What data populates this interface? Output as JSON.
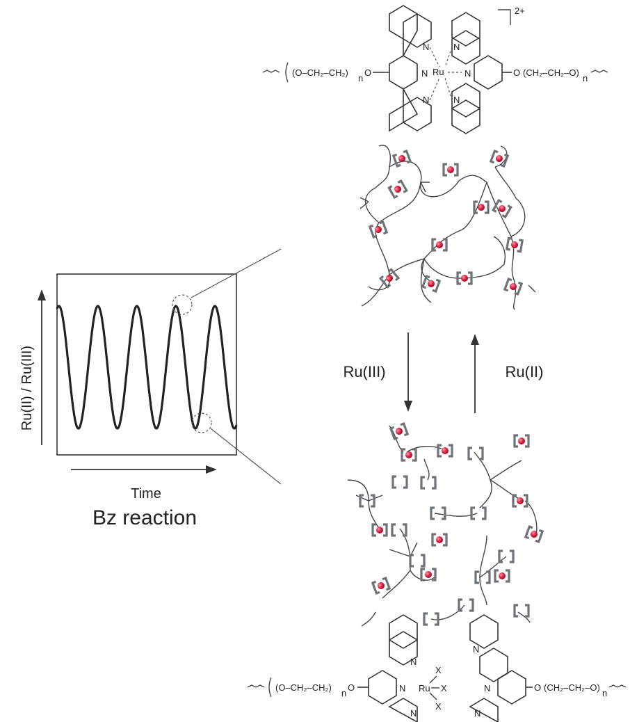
{
  "plot": {
    "ylabel": "Ru(II) / Ru(III)",
    "xlabel": "Time",
    "caption": "Bz reaction"
  },
  "transitions": {
    "down_label": "Ru(III)",
    "up_label": "Ru(II)"
  },
  "top_structure": {
    "charge": "2+",
    "metal": "Ru",
    "left_chain": "(O–CH₂–CH₂)",
    "right_chain": "(CH₂–CH₂–O)",
    "n": "n",
    "linker_o": "O",
    "nitrogen": "N"
  },
  "bottom_structure": {
    "metal": "Ru",
    "ligand_x": "X",
    "left_chain": "(O–CH₂–CH₂)",
    "right_chain": "(CH₂–CH₂–O)",
    "n": "n",
    "linker_o": "O",
    "nitrogen": "N"
  },
  "colors": {
    "line": "#333333",
    "bead": "#e0284a",
    "bracket": "#6e7378"
  }
}
